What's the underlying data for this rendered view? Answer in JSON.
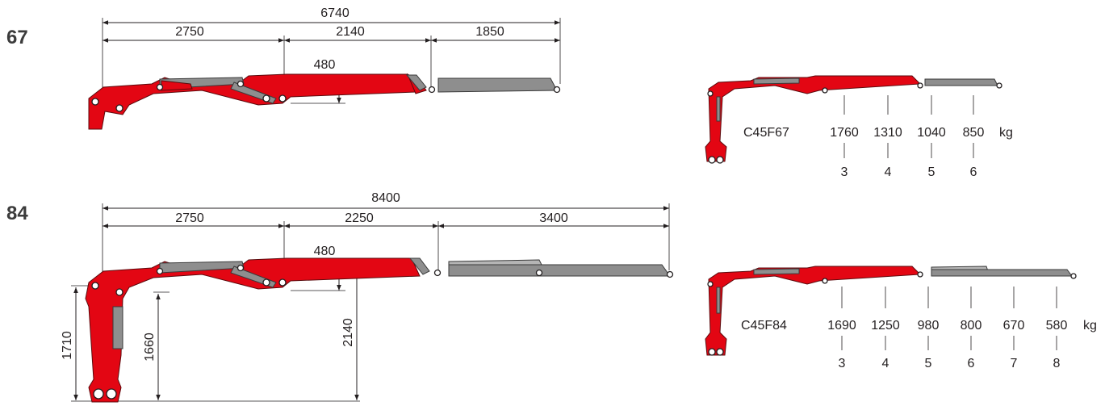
{
  "section_67": {
    "model_number": "67",
    "dimensions": {
      "total": "6740",
      "seg1": "2750",
      "seg2": "2140",
      "seg3": "1850",
      "height": "480"
    },
    "capacity": {
      "model": "C45F67",
      "unit": "kg",
      "loads": [
        "1760",
        "1310",
        "1040",
        "850"
      ],
      "extensions": [
        "3",
        "4",
        "5",
        "6"
      ]
    }
  },
  "section_84": {
    "model_number": "84",
    "dimensions": {
      "total": "8400",
      "seg1": "2750",
      "seg2": "2250",
      "seg3": "3400",
      "height": "480",
      "v1": "1710",
      "v2": "1660",
      "v3": "2140"
    },
    "capacity": {
      "model": "C45F84",
      "unit": "kg",
      "loads": [
        "1690",
        "1250",
        "980",
        "800",
        "670",
        "580"
      ],
      "extensions": [
        "3",
        "4",
        "5",
        "6",
        "7",
        "8"
      ]
    }
  },
  "colors": {
    "crane_red": "#e30613",
    "extension_grey": "#8e8e8e",
    "ink": "#231f20"
  }
}
